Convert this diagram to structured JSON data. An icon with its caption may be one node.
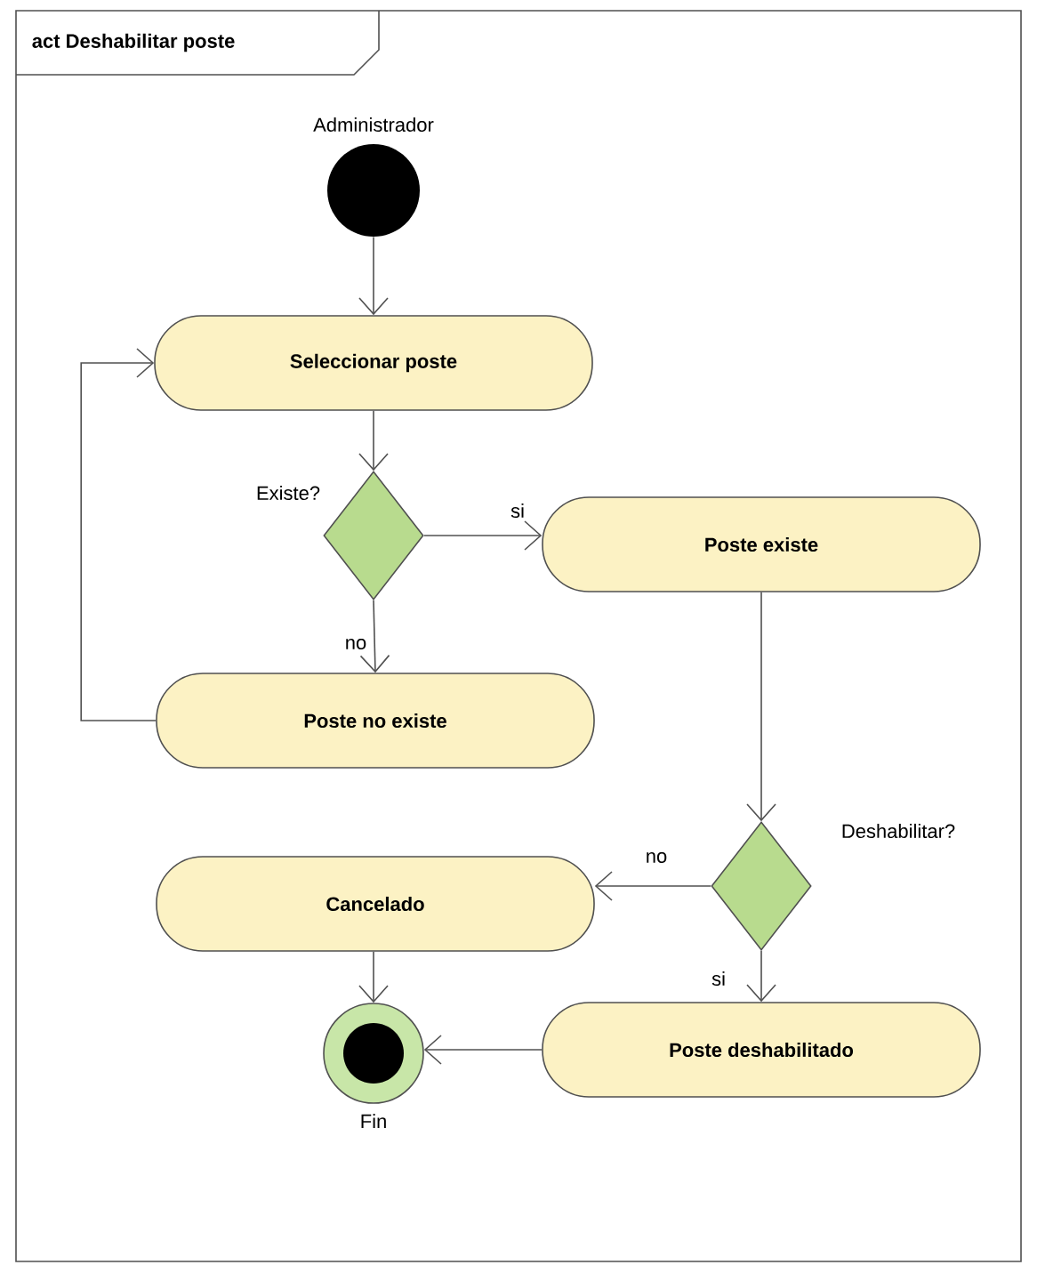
{
  "diagram": {
    "title": "act Deshabilitar poste",
    "nodes": [
      {
        "text": [],
        "shape": "circle",
        "beside": [
          "Administrador"
        ]
      },
      {
        "text": [
          "Seleccionar poste"
        ]
      },
      {
        "text": [
          "Existe?"
        ]
      },
      {
        "text": [
          "Poste existe"
        ]
      },
      {
        "text": [
          "Poste no existe"
        ]
      },
      {
        "text": [
          "Deshabilitar?"
        ]
      },
      {
        "text": [
          "Cancelado"
        ]
      },
      {
        "text": [
          "Poste deshabilitado"
        ]
      },
      {
        "text": [],
        "shape": "circle",
        "beside": [
          "Fin"
        ]
      }
    ],
    "edges": [
      {
        "from": 0,
        "to": 1,
        "arrow": "to"
      },
      {
        "from": 1,
        "to": 2,
        "arrow": "to"
      },
      {
        "from": 2,
        "to": 3,
        "arrow": "to",
        "label": "si"
      },
      {
        "from": 2,
        "to": 4,
        "arrow": "to",
        "label": "no"
      },
      {
        "from": 4,
        "to": 1,
        "arrow": "to"
      },
      {
        "from": 3,
        "to": 5,
        "arrow": "to"
      },
      {
        "from": 5,
        "to": 6,
        "arrow": "to",
        "label": "no"
      },
      {
        "from": 5,
        "to": 7,
        "arrow": "to",
        "label": "si"
      },
      {
        "from": 6,
        "to": 8,
        "arrow": "to"
      },
      {
        "from": 7,
        "to": 8,
        "arrow": "to"
      }
    ]
  }
}
